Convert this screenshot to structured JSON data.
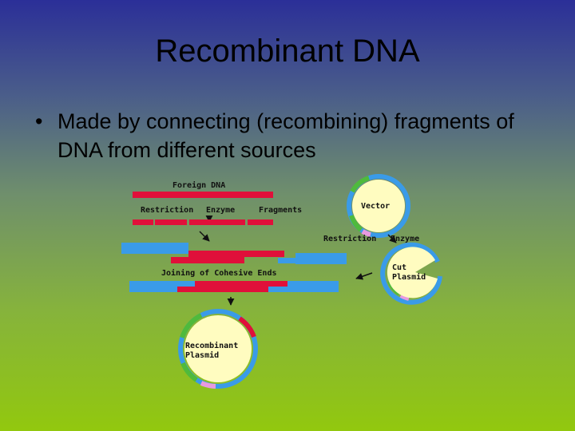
{
  "slide": {
    "title": "Recombinant DNA",
    "bullet_marker": "•",
    "bullet_text": "Made by connecting (recombining) fragments of DNA from different sources"
  },
  "diagram": {
    "labels": {
      "foreign_dna": "Foreign DNA",
      "restriction_1": "Restriction",
      "enzyme_1": "Enzyme",
      "fragments": "Fragments",
      "vector": "Vector",
      "restriction_2": "Restriction",
      "enzyme_2": "Enzyme",
      "cut_line1": "Cut",
      "cut_line2": "Plasmid",
      "joining": "Joining of Cohesive Ends",
      "recombinant_line1": "Recombinant",
      "recombinant_line2": "Plasmid"
    },
    "colors": {
      "foreign_dna": "#e0103a",
      "vector_dna": "#3a9be8",
      "plasmid_fill": "#fffcc0",
      "ring_green": "#4fba3c",
      "ring_blue": "#3a9be8",
      "ring_pink": "#e89ae0",
      "arrow": "#111111"
    }
  }
}
